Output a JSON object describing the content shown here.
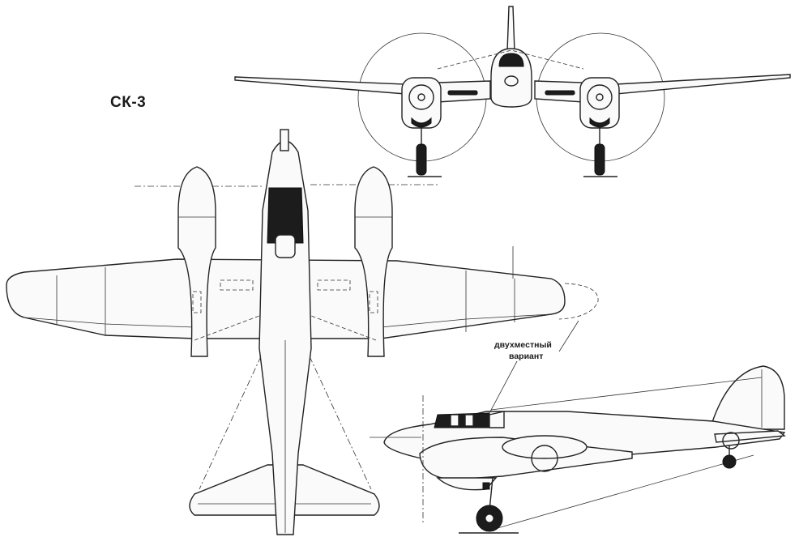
{
  "drawing": {
    "title": "СК-3",
    "note_line1": "двухместный",
    "note_line2": "вариант"
  }
}
